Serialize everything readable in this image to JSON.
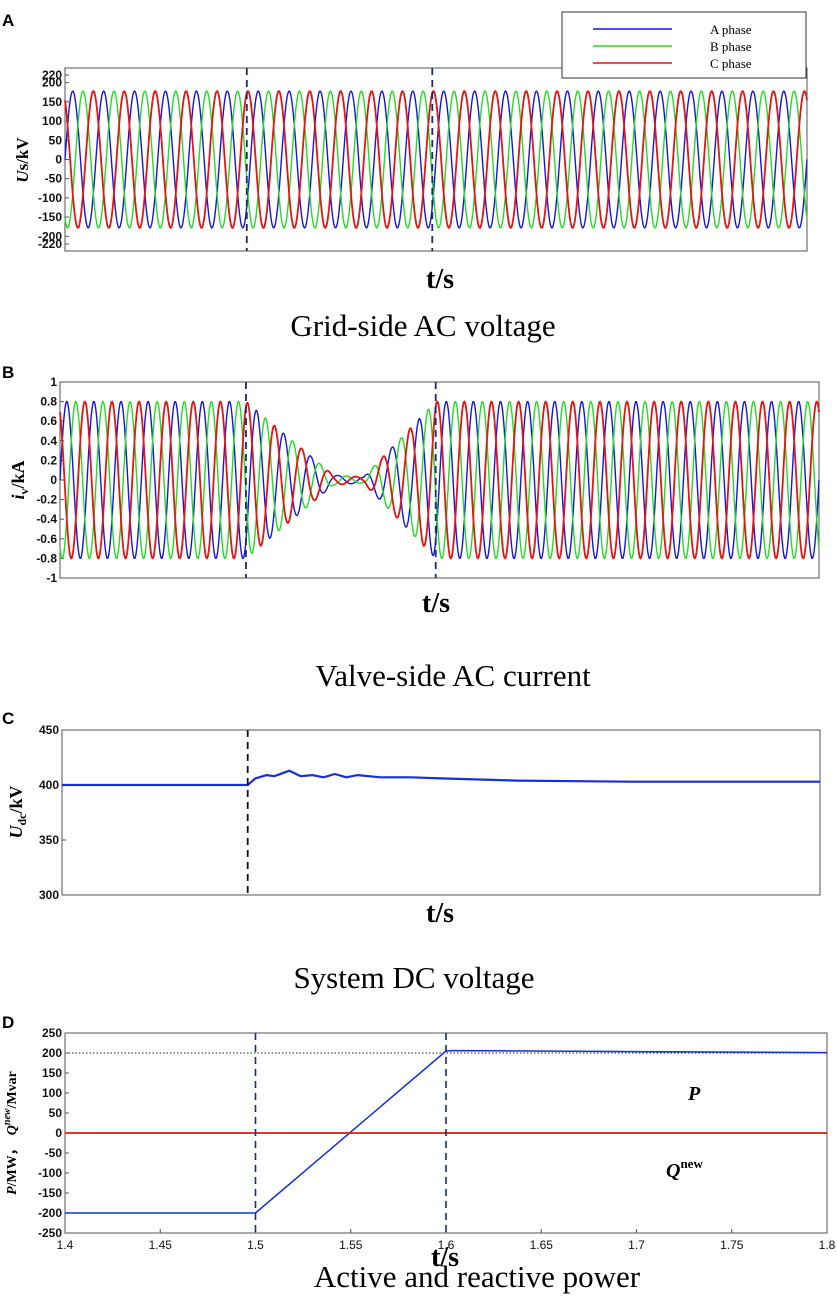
{
  "colors": {
    "a": "#1414e6",
    "b": "#22dd22",
    "c": "#e61414",
    "dc": "#1a2ed8",
    "p": "#1530d0",
    "q": "#e01818",
    "dash": "#1a2a6c"
  },
  "chart_data": [
    {
      "panel": "A",
      "type": "line",
      "xlabel": "t/s",
      "ylabel_parts": [
        "U",
        "s/kV"
      ],
      "caption": "Grid-side AC voltage",
      "ylim": [
        -220,
        220
      ],
      "yticks": [
        220,
        200,
        150,
        100,
        50,
        0,
        -50,
        -100,
        -150,
        -200,
        -220
      ],
      "amplitude": 178,
      "cycles_shown": 24,
      "series": [
        {
          "name": "A phase",
          "phase_deg": 0
        },
        {
          "name": "B phase",
          "phase_deg": -120
        },
        {
          "name": "C phase",
          "phase_deg": 120
        }
      ],
      "markers_x_fraction": [
        0.245,
        0.495
      ],
      "legend": "top-right"
    },
    {
      "panel": "B",
      "type": "line",
      "xlabel": "t/s",
      "ylabel_parts": [
        "i",
        "v",
        "/kA"
      ],
      "caption": "Valve-side AC current",
      "ylim": [
        -1,
        1
      ],
      "yticks": [
        1,
        0.8,
        0.6,
        0.4,
        0.2,
        0,
        -0.2,
        -0.4,
        -0.6,
        -0.8,
        -1
      ],
      "amplitude_profile": [
        [
          0,
          0.8
        ],
        [
          0.245,
          0.8
        ],
        [
          0.36,
          0.05
        ],
        [
          0.4,
          0.03
        ],
        [
          0.495,
          0.8
        ],
        [
          1,
          0.8
        ]
      ],
      "cycles_shown": 28,
      "series": [
        {
          "name": "A phase",
          "phase_deg": 0
        },
        {
          "name": "B phase",
          "phase_deg": -120
        },
        {
          "name": "C phase",
          "phase_deg": 120
        }
      ],
      "markers_x_fraction": [
        0.245,
        0.495
      ]
    },
    {
      "panel": "C",
      "type": "line",
      "xlabel": "t/s",
      "ylabel_parts": [
        "U",
        "dc",
        "/kV"
      ],
      "caption": "System DC voltage",
      "ylim": [
        300,
        450
      ],
      "yticks": [
        450,
        400,
        350,
        300
      ],
      "series": [
        {
          "values": [
            [
              0,
              400
            ],
            [
              0.245,
              400
            ],
            [
              0.255,
              406
            ],
            [
              0.27,
              409
            ],
            [
              0.28,
              408
            ],
            [
              0.3,
              413
            ],
            [
              0.315,
              408
            ],
            [
              0.33,
              409
            ],
            [
              0.345,
              407
            ],
            [
              0.36,
              410
            ],
            [
              0.375,
              407
            ],
            [
              0.39,
              409
            ],
            [
              0.42,
              407
            ],
            [
              0.46,
              407
            ],
            [
              0.5,
              406
            ],
            [
              0.6,
              404
            ],
            [
              0.75,
              403
            ],
            [
              1,
              403
            ]
          ]
        }
      ],
      "markers_x_fraction": [
        0.245
      ]
    },
    {
      "panel": "D",
      "type": "line",
      "xlabel": "t/s",
      "ylabel_parts": [
        "P",
        "/MW，",
        "Q",
        "new",
        "/Mvar"
      ],
      "caption": "Active and reactive power",
      "xlim": [
        1.4,
        1.8
      ],
      "ylim": [
        -250,
        250
      ],
      "xticks": [
        1.4,
        1.45,
        1.5,
        1.55,
        1.6,
        1.65,
        1.7,
        1.75,
        1.8
      ],
      "yticks": [
        250,
        200,
        150,
        100,
        50,
        0,
        -50,
        -100,
        -150,
        -200,
        -250
      ],
      "reference_y": 200,
      "markers_x": [
        1.5,
        1.6
      ],
      "series": [
        {
          "name": "P",
          "name_parts": [
            "P"
          ],
          "x": [
            1.4,
            1.5,
            1.6,
            1.603,
            1.8
          ],
          "y": [
            -200,
            -200,
            205,
            206,
            201
          ]
        },
        {
          "name": "Qnew",
          "name_parts": [
            "Q",
            "new"
          ],
          "x": [
            1.4,
            1.8
          ],
          "y": [
            0,
            0
          ]
        }
      ]
    }
  ]
}
